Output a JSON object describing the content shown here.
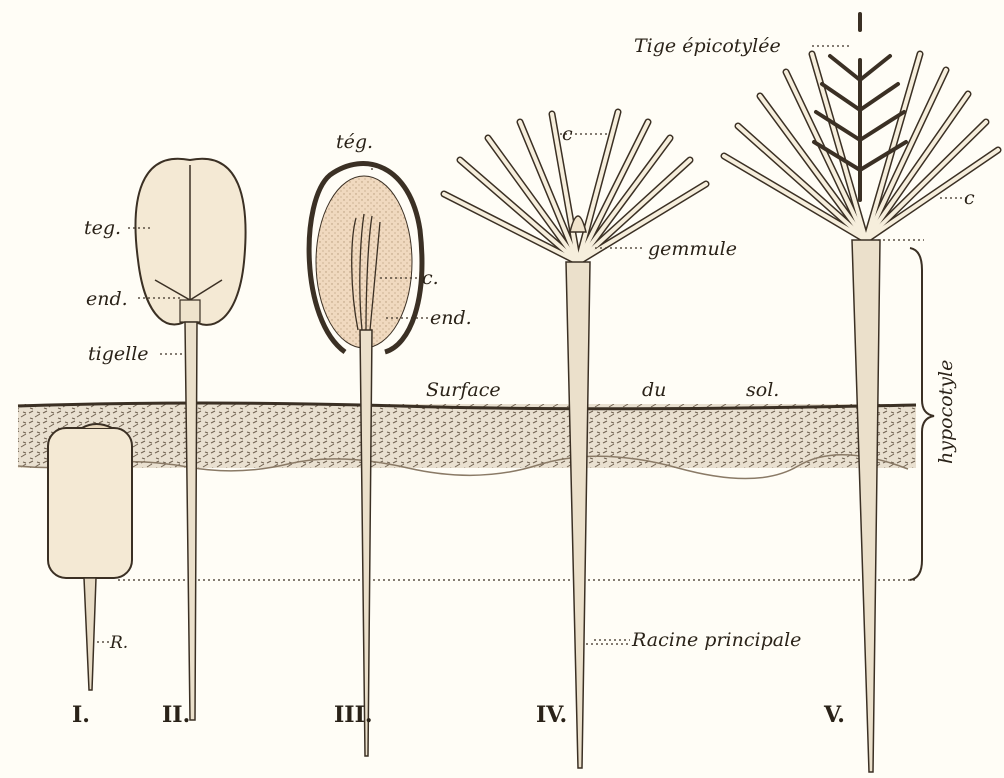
{
  "labels": {
    "teg": "teg.",
    "end": "end.",
    "tigelle": "tigelle",
    "R": "R.",
    "teg_iii": "tég.",
    "c_iii": "c.",
    "end_iii": "end.",
    "c_iv": "c",
    "gemmule": "gemmule",
    "c_v": "c",
    "tige": "Tige épicotylée",
    "hypocotyle": "hypocotyle",
    "racine": "Racine principale",
    "surface": "Surface",
    "du": "du",
    "sol": "sol."
  },
  "stages": [
    "I.",
    "II.",
    "III.",
    "IV.",
    "V."
  ],
  "colors": {
    "background": "#fffdf6",
    "ink": "#3b3024",
    "seed": "#f4e9d4",
    "endosperm": "#f0d9bf",
    "soil": "#8a7a66"
  }
}
